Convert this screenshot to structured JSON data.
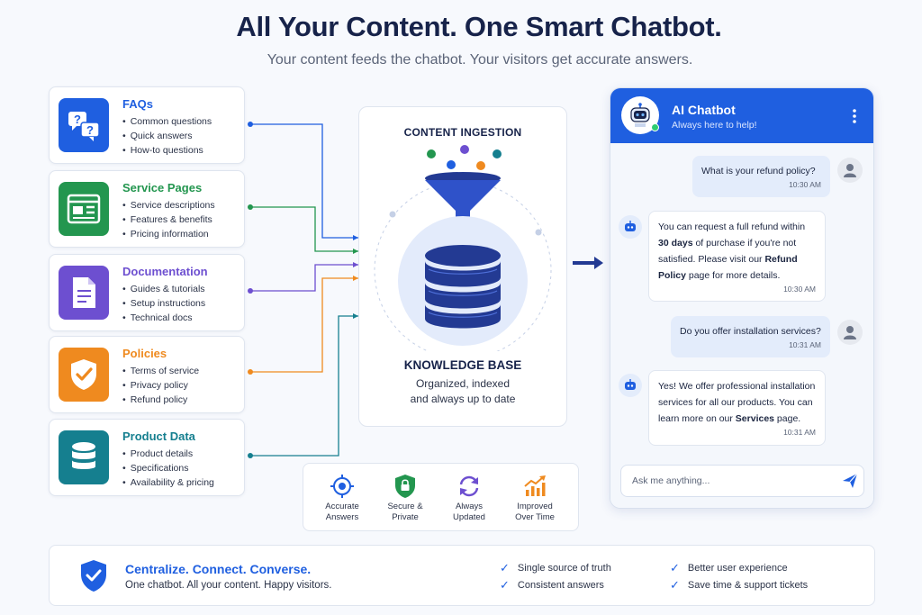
{
  "header": {
    "title": "All Your Content. One Smart Chatbot.",
    "subtitle": "Your content feeds the chatbot. Your visitors get accurate answers."
  },
  "sources": [
    {
      "title": "FAQs",
      "color": "#1f5fe0",
      "icon": "question-bubbles-icon",
      "items": [
        "Common questions",
        "Quick answers",
        "How-to questions"
      ]
    },
    {
      "title": "Service Pages",
      "color": "#23964f",
      "icon": "webpage-icon",
      "items": [
        "Service descriptions",
        "Features & benefits",
        "Pricing information"
      ]
    },
    {
      "title": "Documentation",
      "color": "#6d4fd0",
      "icon": "document-icon",
      "items": [
        "Guides & tutorials",
        "Setup instructions",
        "Technical docs"
      ]
    },
    {
      "title": "Policies",
      "color": "#ef8a1f",
      "icon": "shield-check-icon",
      "items": [
        "Terms of service",
        "Privacy policy",
        "Refund policy"
      ]
    },
    {
      "title": "Product Data",
      "color": "#157f8f",
      "icon": "database-icon",
      "items": [
        "Product details",
        "Specifications",
        "Availability & pricing"
      ]
    }
  ],
  "center": {
    "ingestion_label": "CONTENT INGESTION",
    "kb_title": "KNOWLEDGE BASE",
    "kb_desc_line1": "Organized, indexed",
    "kb_desc_line2": "and always up to date"
  },
  "features": [
    {
      "line1": "Accurate",
      "line2": "Answers",
      "icon": "target-icon",
      "color": "#1f5fe0"
    },
    {
      "line1": "Secure &",
      "line2": "Private",
      "icon": "shield-lock-icon",
      "color": "#23964f"
    },
    {
      "line1": "Always",
      "line2": "Updated",
      "icon": "refresh-icon",
      "color": "#6d4fd0"
    },
    {
      "line1": "Improved",
      "line2": "Over Time",
      "icon": "growth-chart-icon",
      "color": "#ef8a1f"
    }
  ],
  "chat": {
    "name": "AI Chatbot",
    "status": "Always here to help!",
    "messages": [
      {
        "from": "user",
        "text": "What is your refund policy?",
        "time": "10:30 AM"
      },
      {
        "from": "bot",
        "l1": "You can request a full refund within",
        "l2_bold": "30 days",
        "l2": " of purchase if you're not",
        "l3": "satisfied. Please visit our ",
        "l3_bold": "Refund",
        "l4_bold": "Policy",
        "l4": " page for more details.",
        "time": "10:30 AM"
      },
      {
        "from": "user",
        "text": "Do you offer installation services?",
        "time": "10:31 AM"
      },
      {
        "from": "bot",
        "l1": "Yes! We offer professional installation",
        "l2": "services for all our products. You can",
        "l3": "learn more on our ",
        "l3_bold": "Services",
        "l3_end": " page.",
        "time": "10:31 AM"
      }
    ],
    "input_placeholder": "Ask me anything..."
  },
  "footer": {
    "title": "Centralize. Connect. Converse.",
    "subtitle": "One chatbot. All your content. Happy visitors.",
    "checks": [
      "Single source of truth",
      "Consistent answers",
      "Better user experience",
      "Save time & support tickets"
    ]
  },
  "colors": {
    "primary": "#1f5fe0",
    "navy": "#17234a",
    "kb_blue": "#233a93"
  }
}
